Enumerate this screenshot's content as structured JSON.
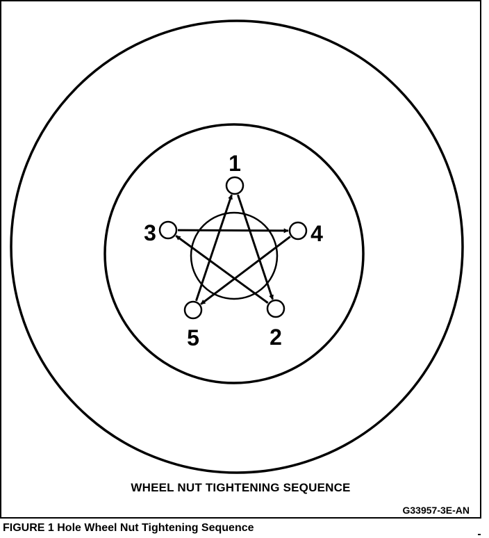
{
  "diagram": {
    "title": "WHEEL NUT TIGHTENING SEQUENCE",
    "art_code": "G33957-3E-AN",
    "nuts": [
      {
        "id": "1",
        "label": "1",
        "icon": "lug-nut-icon"
      },
      {
        "id": "2",
        "label": "2",
        "icon": "lug-nut-icon"
      },
      {
        "id": "3",
        "label": "3",
        "icon": "lug-nut-icon"
      },
      {
        "id": "4",
        "label": "4",
        "icon": "lug-nut-icon"
      },
      {
        "id": "5",
        "label": "5",
        "icon": "lug-nut-icon"
      }
    ],
    "sequence": [
      "1",
      "2",
      "3",
      "4",
      "5",
      "1"
    ],
    "colors": {
      "ink": "#000000",
      "paper": "#ffffff"
    }
  },
  "caption": {
    "text": "FIGURE 1  Hole Wheel Nut Tightening Sequence"
  }
}
